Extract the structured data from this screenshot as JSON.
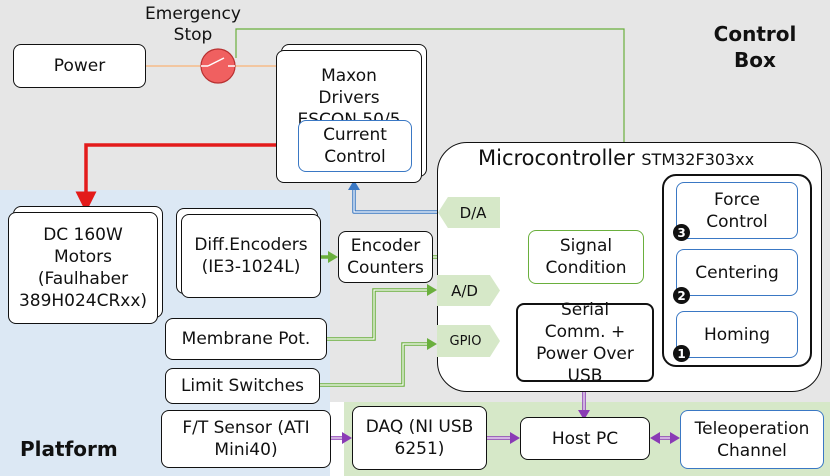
{
  "zones": {
    "control_box_label": "Control Box",
    "platform_label": "Platform"
  },
  "nodes": {
    "power": "Power",
    "emergency_stop": "Emergency Stop",
    "maxon_drivers": "Maxon Drivers ESCON 50/5",
    "current_control": "Current Control",
    "dc_motors": "DC 160W Motors (Faulhaber 389H024CRxx)",
    "diff_encoders": "Diff.Encoders (IE3-1024L)",
    "encoder_counters": "Encoder Counters",
    "membrane_pot": "Membrane Pot.",
    "limit_switches": "Limit Switches",
    "ft_sensor": "F/T Sensor (ATI Mini40)",
    "daq": "DAQ (NI USB 6251)",
    "host_pc": "Host PC",
    "teleoperation": "Teleoperation Channel",
    "microcontroller_title": "Microcontroller",
    "microcontroller_model": "STM32F303xx",
    "signal_condition": "Signal Condition",
    "serial_comm": "Serial Comm. + Power Over USB",
    "force_control": "Force Control",
    "centering": "Centering",
    "homing": "Homing"
  },
  "ports": {
    "da": "D/A",
    "ad": "A/D",
    "gpio": "GPIO"
  },
  "markers": {
    "force_control_num": "3",
    "centering_num": "2",
    "homing_num": "1"
  },
  "colors": {
    "control_box_bg": "#e6e6e6",
    "platform_bg": "#dce8f4",
    "daq_area_bg": "#d6e8c8",
    "green_link": "#6aaf3d",
    "blue_link": "#3a78c4",
    "power_link": "#f2c6a0",
    "motor_link": "#e31b1b",
    "usb_link": "#8a3bb5",
    "stop_fill": "#f06060"
  }
}
